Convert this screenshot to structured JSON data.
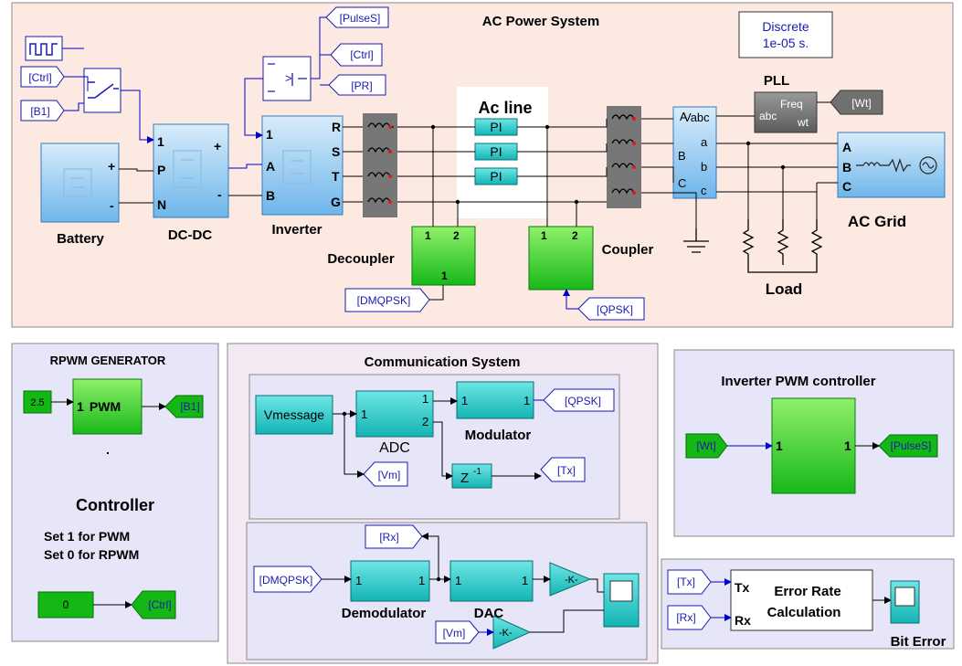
{
  "ac_power": {
    "title": "AC Power System",
    "discrete": {
      "line1": "Discrete",
      "line2": "1e-05 s."
    },
    "goto_pulses": "[PulseS]",
    "goto_ctrl": "[Ctrl]",
    "goto_pr": "[PR]",
    "from_ctrl": "[Ctrl]",
    "from_b1": "[B1]",
    "battery_label": "Battery",
    "dcdc": {
      "label": "DC-DC",
      "port_in1": "1",
      "port_p": "P",
      "port_n": "N",
      "port_plus": "+",
      "port_minus": "-"
    },
    "battery_plus": "+",
    "battery_minus": "-",
    "inverter": {
      "label": "Inverter",
      "port_1": "1",
      "port_a": "A",
      "port_b": "B",
      "port_r": "R",
      "port_s": "S",
      "port_t": "T",
      "port_g": "G"
    },
    "switch_symbol": ">",
    "acline_label": "Ac line",
    "pi": [
      "PI",
      "PI",
      "PI"
    ],
    "pll": {
      "label": "PLL",
      "port_abc": "abc",
      "port_freq": "Freq",
      "port_wt": "wt"
    },
    "goto_wt": "[Wt]",
    "meas": {
      "vabc": "Vabc",
      "a_in": "A",
      "b_in": "B",
      "c_in": "C",
      "a": "a",
      "b": "b",
      "c": "c"
    },
    "grid": {
      "label": "AC Grid",
      "a": "A",
      "b": "B",
      "c": "C"
    },
    "decoupler": {
      "label": "Decoupler",
      "p1": "1",
      "p2": "2",
      "pout": "1"
    },
    "coupler": {
      "label": "Coupler",
      "p1": "1",
      "p2": "2"
    },
    "load_label": "Load",
    "goto_dmqpsk": "[DMQPSK]",
    "from_qpsk": "[QPSK]"
  },
  "rpwm": {
    "title": "RPWM GENERATOR",
    "const": "2.5",
    "block": "PWM",
    "port_in": "1",
    "goto_b1": "[B1]",
    "dot": ".",
    "controller": "Controller",
    "note1": "Set 1 for  PWM",
    "note2": "Set 0 for RPWM",
    "const0": "0",
    "goto_ctrl": "[Ctrl]"
  },
  "comm": {
    "title": "Communication System",
    "vmessage": "Vmessage",
    "adc": {
      "label": "ADC",
      "p_in": "1",
      "p_out1": "1",
      "p_out2": "2"
    },
    "modulator": {
      "label": "Modulator",
      "p_in": "1",
      "p_out": "1"
    },
    "goto_qpsk": "[QPSK]",
    "goto_vm": "[Vm]",
    "delay": "Z",
    "delay_exp": "-1",
    "goto_tx": "[Tx]",
    "from_rx": "[Rx]",
    "from_dmqpsk": "[DMQPSK]",
    "demod": {
      "label": "Demodulator",
      "p_in": "1",
      "p_out": "1"
    },
    "dac": {
      "label": "DAC",
      "p_in": "1",
      "p_out": "1"
    },
    "gain1": "-K-",
    "gain2": "-K-",
    "from_vm": "[Vm]"
  },
  "inv_pwm": {
    "title": "Inverter PWM controller",
    "from_wt": "[Wt]",
    "p_in": "1",
    "p_out": "1",
    "goto_pulses": "[PulseS]"
  },
  "error": {
    "from_tx": "[Tx]",
    "from_rx": "[Rx]",
    "port_tx": "Tx",
    "port_rx": "Rx",
    "line1": "Error Rate",
    "line2": "Calculation",
    "scope_label": "Bit Error"
  }
}
